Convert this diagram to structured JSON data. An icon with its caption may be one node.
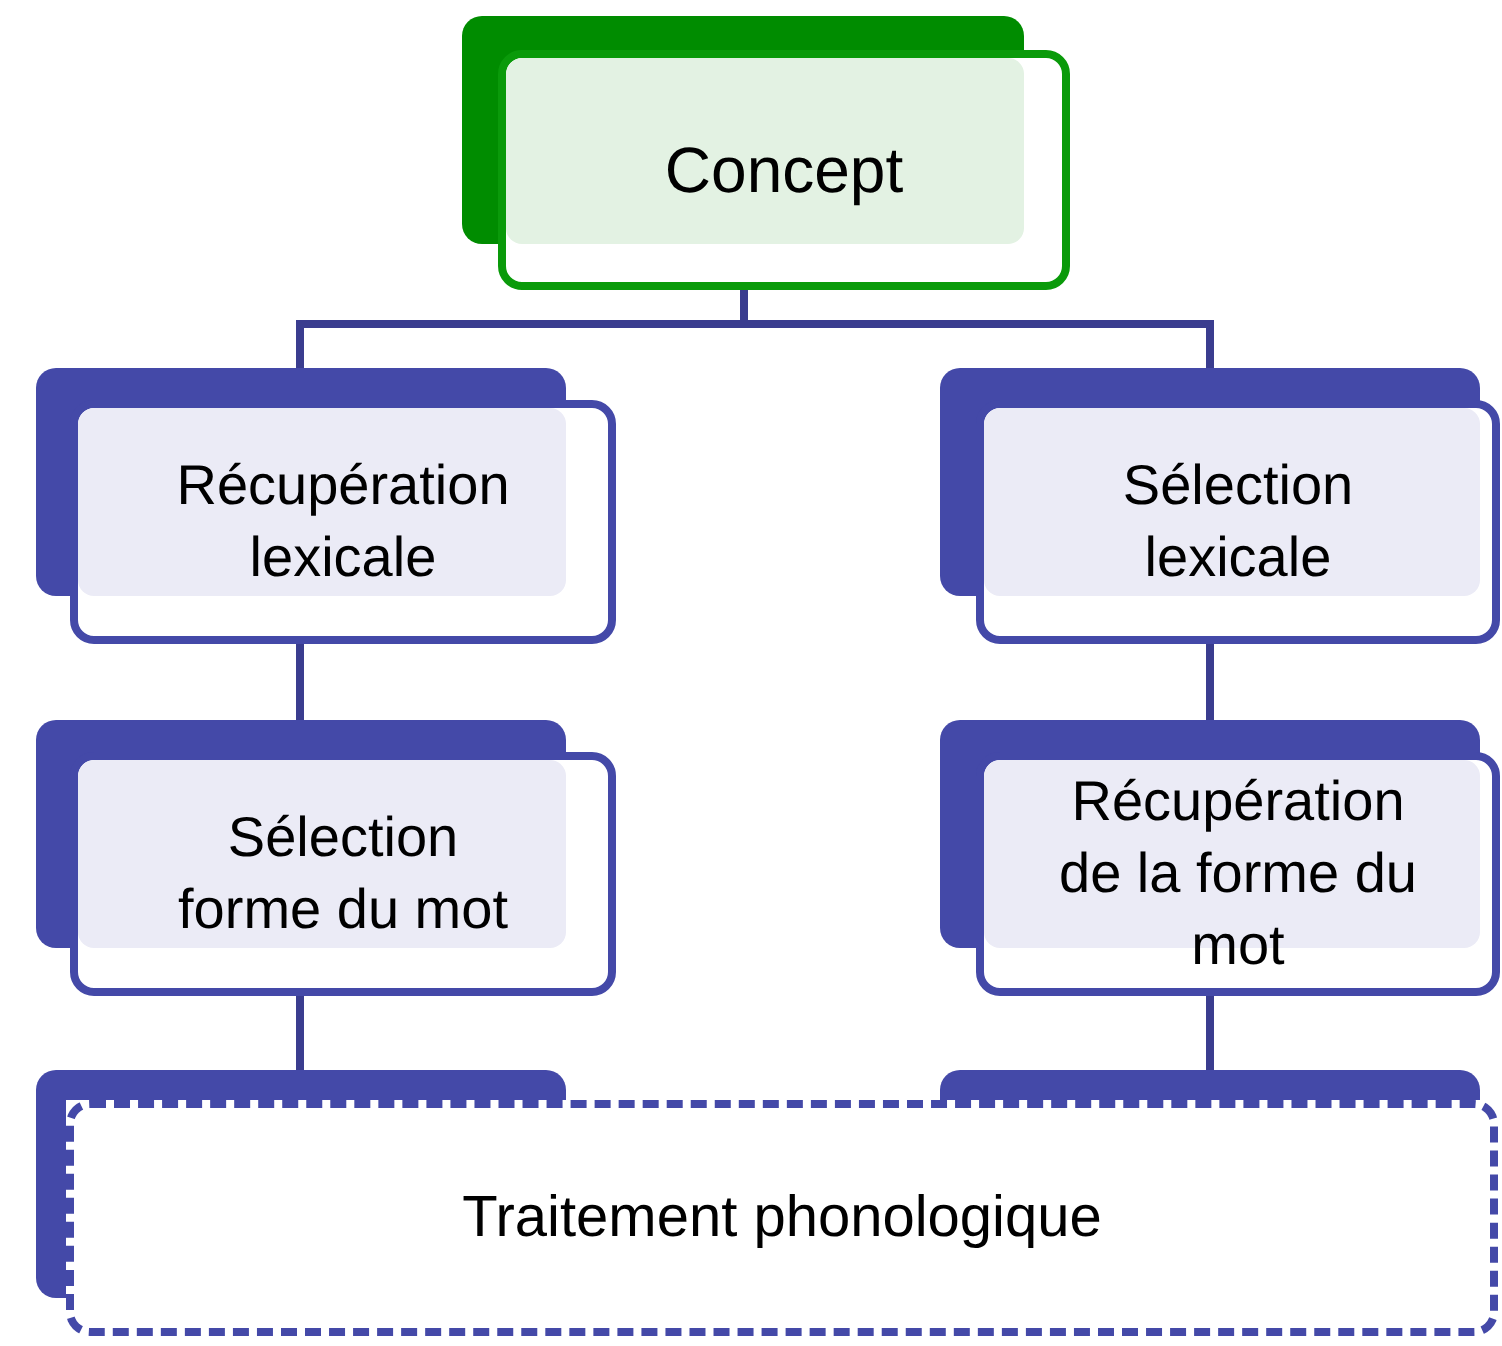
{
  "diagram": {
    "nodes": [
      {
        "text": [
          "Concept"
        ]
      },
      {
        "text": [
          "Récupération lexicale"
        ]
      },
      {
        "text": [
          "Sélection lexicale"
        ]
      },
      {
        "text": [
          "Sélection forme du mot"
        ]
      },
      {
        "text": [
          "Récupération de la forme du mot"
        ]
      },
      {
        "text": [],
        "shape": "box"
      },
      {
        "text": [],
        "shape": "box"
      },
      {
        "text": [],
        "shape": "bar"
      },
      {
        "text": [
          "Traitement phonologique"
        ]
      }
    ],
    "edges": [
      {
        "from": 0,
        "to": 1,
        "arrow": "none"
      },
      {
        "from": 0,
        "to": 2,
        "arrow": "none"
      },
      {
        "from": 1,
        "to": 3,
        "arrow": "none"
      },
      {
        "from": 2,
        "to": 4,
        "arrow": "none"
      },
      {
        "from": 3,
        "to": 5,
        "arrow": "none"
      },
      {
        "from": 4,
        "to": 6,
        "arrow": "none"
      }
    ]
  }
}
